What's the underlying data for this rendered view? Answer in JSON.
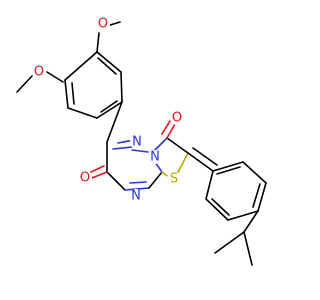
{
  "molecule": {
    "atoms": [
      {
        "id": "o_me1",
        "label": "O",
        "element": "O"
      },
      {
        "id": "o_me2",
        "label": "O",
        "element": "O"
      },
      {
        "id": "n_ring_top",
        "label": "N",
        "element": "N"
      },
      {
        "id": "n_ring_fused",
        "label": "N",
        "element": "N"
      },
      {
        "id": "n_ring_bottom",
        "label": "N",
        "element": "N"
      },
      {
        "id": "o_carbonyl_top",
        "label": "O",
        "element": "O"
      },
      {
        "id": "o_carbonyl_left",
        "label": "O",
        "element": "O"
      },
      {
        "id": "s_ring",
        "label": "S",
        "element": "S"
      }
    ],
    "colors": {
      "O": "#e8121e",
      "N": "#2a35d8",
      "S": "#b5a800",
      "C": "#000000"
    }
  }
}
